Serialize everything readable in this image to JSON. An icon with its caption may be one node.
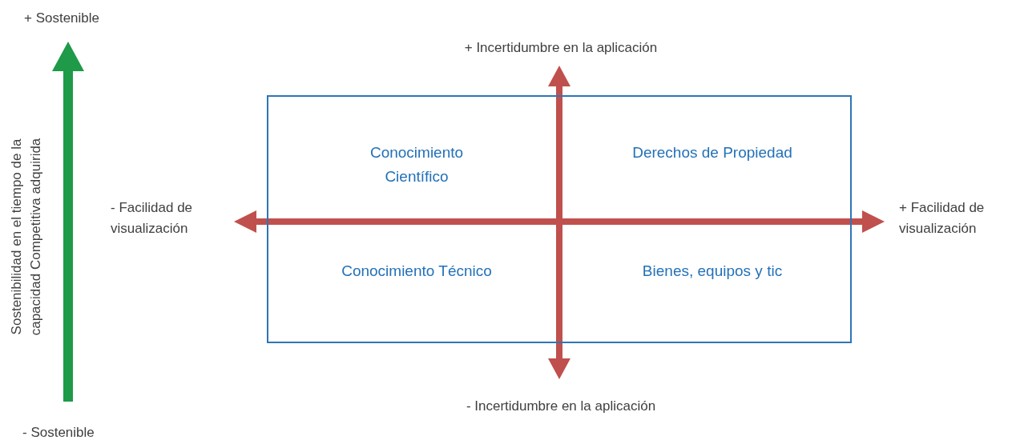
{
  "diagram": {
    "nodes": [
      {
        "text": [
          "Conocimiento Científico",
          "Derechos de Propiedad",
          "Conocimiento Técnico",
          "Bienes, equipos y tic"
        ]
      }
    ],
    "labels": [
      "+ Sostenible",
      "+ Incertidumbre en la aplicación",
      "- Facilidad de visualización",
      "+ Facilidad de visualización",
      "Sostenibilidad en el tiempo de la capacidad Competitiva adquirida",
      "- Incertidumbre en la aplicación",
      "- Sostenible"
    ]
  }
}
